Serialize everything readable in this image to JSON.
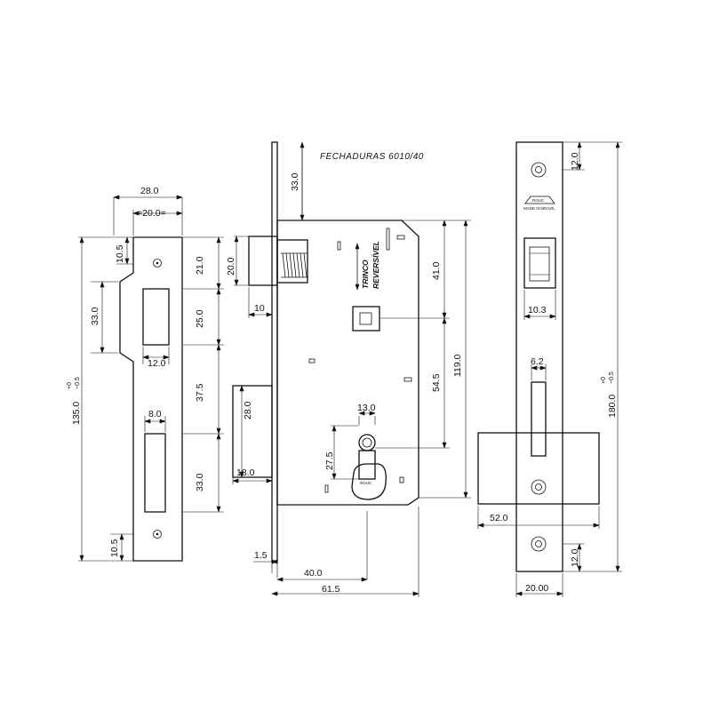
{
  "title": "FECHADURAS 6010/40",
  "brand": "ROUC",
  "brand_sub": "MADE IN BRAZIL",
  "latch_label": [
    "TRINCO",
    "REVERSÍVEL"
  ],
  "strike_plate": {
    "dims": {
      "width": "28.0",
      "opening": "20.0",
      "top_hole": "10.5",
      "bottom_hole": "10.5",
      "lip": "33.0",
      "seg_a": "21.0",
      "seg_b": "25.0",
      "seg_c": "37.5",
      "seg_d": "33.0",
      "slot_top_w": "12.0",
      "slot_bottom_w": "8.0",
      "height": "135.0",
      "tol_plus": "+0",
      "tol_minus": "−0.5"
    }
  },
  "lock_body": {
    "dims": {
      "top": "33.0",
      "latch_h": "20.0",
      "latch_proj": "10",
      "deadbolt_h": "28.0",
      "deadbolt_proj": "18.0",
      "cyl_w": "13.0",
      "cyl_h": "27.5",
      "to_spindle": "41.0",
      "spindle_cyl": "54.5",
      "total_h": "119.0",
      "faceplate": "1.5",
      "backset": "40.0",
      "depth": "61.5"
    }
  },
  "faceplate": {
    "dims": {
      "top": "12.0",
      "bottom": "12.0",
      "latch_w": "10.3",
      "bolt_w": "6.2",
      "bolt_proj": "52.0",
      "width": "20.00",
      "height": "180.0",
      "tol_plus": "+0",
      "tol_minus": "−0.5"
    }
  }
}
